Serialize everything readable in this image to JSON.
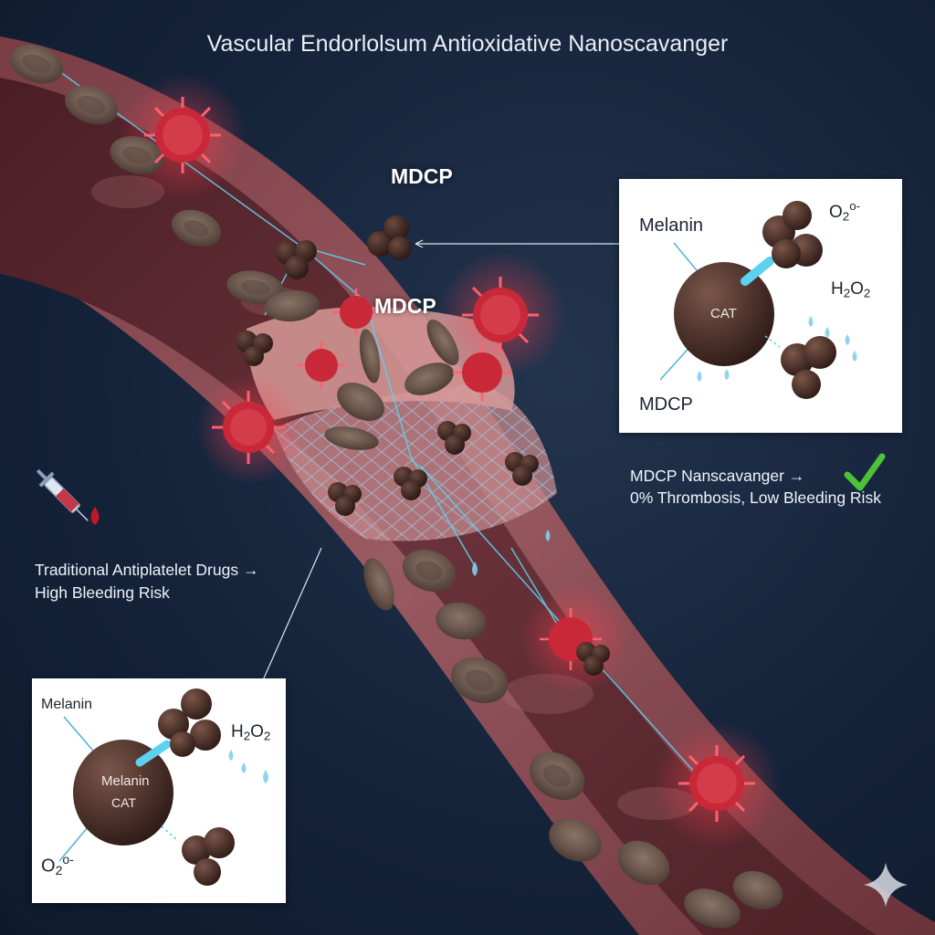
{
  "title": "Vascular Endorlolsum Antioxidative Nanoscavanger",
  "labels": {
    "mdcp_top": "MDCP",
    "mdcp_center": "MDCP"
  },
  "right_note": {
    "line1": "MDCP Nanscavanger →",
    "line2": "0% Thrombosis, Low Bleeding Risk"
  },
  "left_note": {
    "line1": "Traditional Antiplatelet Drugs →",
    "line2": "High Bleeding Risk"
  },
  "inset_right": {
    "melanin": "Melanin",
    "cat": "CAT",
    "mdcp": "MDCP",
    "superoxide_base": "O",
    "superoxide_sub": "2",
    "superoxide_sup": "o-",
    "h2o2_h": "H",
    "h2o2_sub1": "2",
    "h2o2_o": "O",
    "h2o2_sub2": "2"
  },
  "inset_left": {
    "melanin": "Melanin",
    "core_melanin": "Melanin",
    "cat": "CAT",
    "superoxide_base": "O",
    "superoxide_sub": "2",
    "superoxide_sup": "o-",
    "h2o2_h": "H",
    "h2o2_sub1": "2",
    "h2o2_o": "O",
    "h2o2_sub2": "2"
  },
  "colors": {
    "background": "#15233a",
    "vessel_wall": "#8a4a52",
    "lumen": "#5a2a32",
    "virus": "#d8283a",
    "rbc": "#6e5a52",
    "mdcp_particle": "#3b2420",
    "tracer_line": "#5ad2f0",
    "checkmark": "#4cc23a",
    "blood_drop": "#c0182a"
  },
  "icons": [
    "syringe-icon",
    "blood-drop-icon",
    "checkmark-icon",
    "sparkle-icon"
  ]
}
